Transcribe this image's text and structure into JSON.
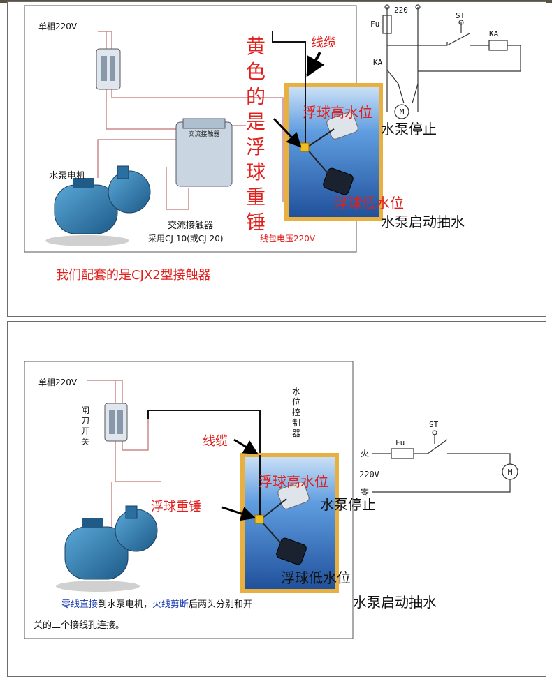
{
  "top": {
    "supply_label": "单相220V",
    "pump_label": "水泵电机",
    "contactor_box_text": "交流接触器",
    "contactor_label": "交流接触器",
    "contactor_model": "采用CJ-10(或CJ-20)",
    "coil_voltage": "线包电压220V",
    "cable_label": "线缆",
    "weight_vertical": [
      "黄",
      "色",
      "的",
      "是",
      "浮",
      "球",
      "重",
      "锤"
    ],
    "high_level": "浮球高水位",
    "pump_stop": "水泵停止",
    "low_level": "浮球低水位",
    "pump_start": "水泵启动抽水",
    "note": "我们配套的是CJX2型接触器",
    "schematic": {
      "voltage": "220",
      "fuse": "Fu",
      "switch": "ST",
      "relay_contact": "KA",
      "relay_coil": "KA",
      "motor": "M"
    }
  },
  "bottom": {
    "supply_label": "单相220V",
    "knife_switch": [
      "闸",
      "刀",
      "开",
      "关"
    ],
    "controller_label": [
      "水",
      "位",
      "控",
      "制",
      "器"
    ],
    "cable_label": "线缆",
    "high_level": "浮球高水位",
    "pump_stop": "水泵停止",
    "weight_label": "浮球重锤",
    "low_level": "浮球低水位",
    "pump_start": "水泵启动抽水",
    "note_line1": {
      "a": "零线直接",
      "b": "到水泵电机，",
      "c": "火线剪断",
      "d": "后两头分别和开"
    },
    "note_line2": "关的二个接线孔连接。",
    "schematic": {
      "live": "火",
      "voltage": "220V",
      "neutral": "零",
      "fuse": "Fu",
      "switch": "ST",
      "motor": "M"
    }
  },
  "colors": {
    "red": "#e0201c",
    "blue": "#1a3cb0",
    "tank_border": "#e8b040",
    "water": "#3f7fd0",
    "pump": "#2a6fa0",
    "wire": "#c08080"
  }
}
